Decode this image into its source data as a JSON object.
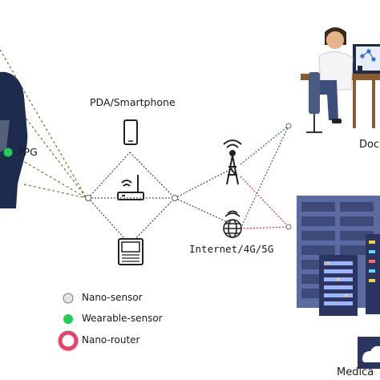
{
  "labels": {
    "pda": "PDA/Smartphone",
    "ppg": "PPG",
    "doctor": "Doc",
    "internet": "Internet/4G/5G",
    "medical": "Medica"
  },
  "legend": [
    {
      "label": "Nano-sensor",
      "icon": "nano-sensor-icon",
      "color": "#e6e6e6"
    },
    {
      "label": "Wearable-sensor",
      "icon": "wearable-sensor-icon",
      "color": "#22cc55"
    },
    {
      "label": "Nano-router",
      "icon": "nano-router-icon",
      "color": "#e8436b"
    }
  ],
  "icons": [
    "human-silhouette-icon",
    "smartphone-icon",
    "wifi-router-icon",
    "pda-device-icon",
    "cell-tower-icon",
    "globe-icon",
    "doctor-icon",
    "server-rack-icon",
    "cloud-icon"
  ],
  "colors": {
    "silhouette": "#1d2b4f",
    "server": "#4b5a8a",
    "red_link": "#e0303a",
    "blue_link": "#2f5aa8",
    "green_link": "#6b7a3a"
  }
}
